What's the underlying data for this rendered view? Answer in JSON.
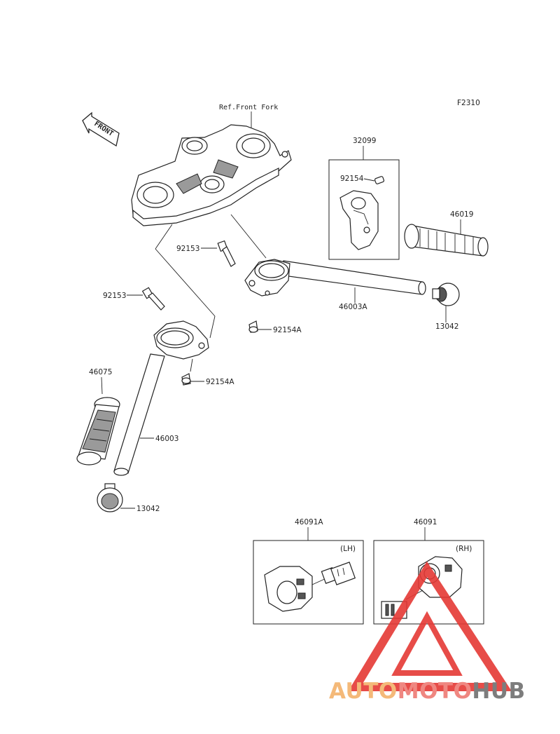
{
  "diagram_code": "F2310",
  "ref_label": "Ref.Front Fork",
  "front_label": "FRONT",
  "parts": {
    "p32099": "32099",
    "p92154": "92154",
    "p46019": "46019",
    "p92153_a": "92153",
    "p92153_b": "92153",
    "p46003A": "46003A",
    "p13042_right": "13042",
    "p92154A_a": "92154A",
    "p92154A_b": "92154A",
    "p46075": "46075",
    "p46003": "46003",
    "p13042_left": "13042",
    "p46091A": "46091A",
    "p46091": "46091"
  },
  "switch_lh_tag": "(LH)",
  "switch_rh_tag": "(RH)",
  "watermark": {
    "part1": "AUTO",
    "part2": "MOTO",
    "part3": "HUB",
    "color_auto": "#f3b26b",
    "color_moto": "#ee7b74",
    "color_hub": "#6f6f6f",
    "triangle_color": "#e53935"
  }
}
